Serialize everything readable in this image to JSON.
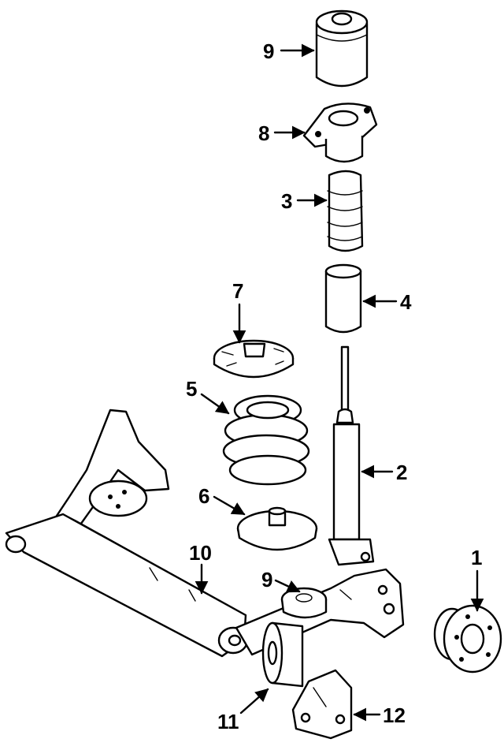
{
  "callouts": [
    {
      "id": "c9top",
      "text": "9"
    },
    {
      "id": "c8",
      "text": "8"
    },
    {
      "id": "c3",
      "text": "3"
    },
    {
      "id": "c4",
      "text": "4"
    },
    {
      "id": "c7",
      "text": "7"
    },
    {
      "id": "c5",
      "text": "5"
    },
    {
      "id": "c2",
      "text": "2"
    },
    {
      "id": "c6",
      "text": "6"
    },
    {
      "id": "c10",
      "text": "10"
    },
    {
      "id": "c9low",
      "text": "9"
    },
    {
      "id": "c1",
      "text": "1"
    },
    {
      "id": "c11",
      "text": "11"
    },
    {
      "id": "c12",
      "text": "12"
    }
  ]
}
